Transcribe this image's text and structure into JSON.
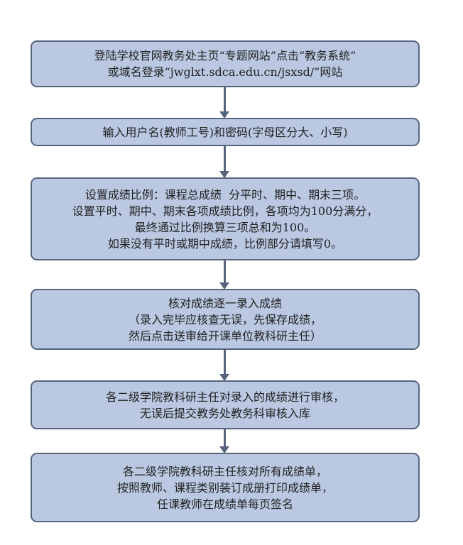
{
  "steps": [
    {
      "lines": [
        "登陆学校官网教务处主页“专题网站”点击“教务系统”",
        "或域名登录“jwglxt.sdca.edu.cn/jsxsd/”网站"
      ]
    },
    {
      "lines": [
        "输入用户名(教师工号)和密码(字母区分大、小写)"
      ]
    },
    {
      "lines": [
        "设置成绩比例：课程总成绩  分平时、期中、期末三项。",
        "设置平时、期中、期末各项成绩比例，各项均为100分满分，",
        "最终通过比例换算三项总和为100。",
        "如果没有平时或期中成绩，比例部分请填写0。"
      ]
    },
    {
      "lines": [
        "核对成绩逐一录入成绩",
        "（录入完毕应核查无误，先保存成绩，",
        "然后点击送审给开课单位教科研主任）"
      ]
    },
    {
      "lines": [
        "各二级学院教科研主任对录入的成绩进行审核，",
        "无误后提交教务处教务科审核入库"
      ]
    },
    {
      "lines": [
        "各二级学院教科研主任核对所有成绩单，",
        "按照教师、课程类别装订成册打印成绩单，",
        "任课教师在成绩单每页签名"
      ]
    }
  ]
}
